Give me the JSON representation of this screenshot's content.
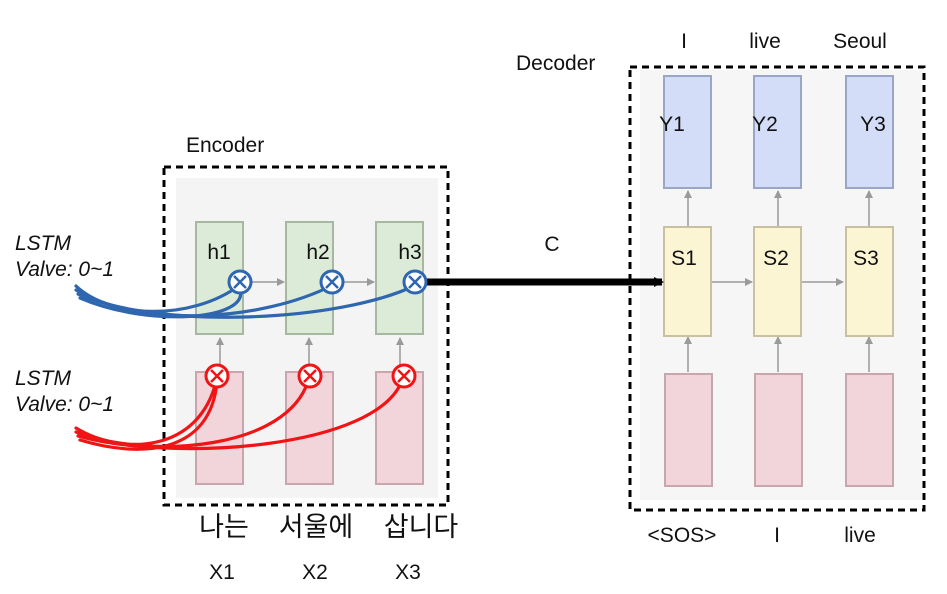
{
  "encoder": {
    "title": "Encoder",
    "hidden_labels": [
      "h1",
      "h2",
      "h3"
    ],
    "input_words": [
      "나는",
      "서울에",
      "삽니다"
    ],
    "input_ids": [
      "X1",
      "X2",
      "X3"
    ]
  },
  "decoder": {
    "title": "Decoder",
    "output_labels": [
      "Y1",
      "Y2",
      "Y3"
    ],
    "state_labels": [
      "S1",
      "S2",
      "S3"
    ],
    "output_words": [
      "I",
      "live",
      "Seoul"
    ],
    "input_words": [
      "<SOS>",
      "I",
      "live"
    ]
  },
  "context": {
    "label": "C"
  },
  "valves": [
    {
      "line1": "LSTM",
      "line2": "Valve: 0~1",
      "color": "#2f66b0"
    },
    {
      "line1": "LSTM",
      "line2": "Valve: 0~1",
      "color": "#f01414"
    }
  ],
  "colors": {
    "hidden_fill": "#dcebd8",
    "hidden_stroke": "#a6b8a0",
    "input_fill": "#f2d4db",
    "input_stroke": "#c9a6ad",
    "decoder_state_fill": "#fcf5d4",
    "decoder_state_stroke": "#c9c0a0",
    "decoder_output_fill": "#d4ddf8",
    "decoder_output_stroke": "#9aa6c8",
    "encoder_bg": "#f4f4f4",
    "decoder_bg": "#f6f6f6",
    "gate_blue": "#2f66b0",
    "gate_red": "#f01414"
  }
}
